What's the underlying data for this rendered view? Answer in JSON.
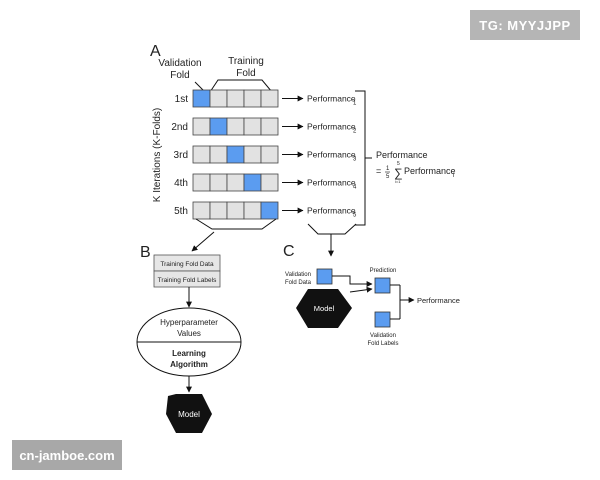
{
  "watermark_top": "TG: MYYJJPP",
  "watermark_bottom": "cn-jamboe.com",
  "colors": {
    "highlight": "#5b9cf0",
    "cell": "#e2e2e2",
    "dark": "#111111",
    "label_box": "#e6e6e6"
  },
  "panel_a": {
    "label": "A",
    "validation_fold_label": [
      "Validation",
      "Fold"
    ],
    "training_fold_label": [
      "Training",
      "Fold"
    ],
    "y_axis_label": "K Iterations (K-Folds)",
    "iterations": [
      {
        "name": "1st",
        "highlight": 0,
        "perf": "Performance",
        "sub": "1"
      },
      {
        "name": "2nd",
        "highlight": 1,
        "perf": "Performance",
        "sub": "2"
      },
      {
        "name": "3rd",
        "highlight": 2,
        "perf": "Performance",
        "sub": "3"
      },
      {
        "name": "4th",
        "highlight": 3,
        "perf": "Performance",
        "sub": "4"
      },
      {
        "name": "5th",
        "highlight": 4,
        "perf": "Performance",
        "sub": "5"
      }
    ],
    "summary_title": "Performance",
    "summary_eq": "=",
    "summary_frac_num": "1",
    "summary_frac_den": "5",
    "summary_sum_top": "5",
    "summary_sum_bottom": "i=1",
    "summary_term": "Performance",
    "summary_term_sub": "i"
  },
  "panel_b": {
    "label": "B",
    "training_fold_data": "Training Fold Data",
    "training_fold_labels": "Training Fold Labels",
    "hyperparameter_values": [
      "Hyperparameter",
      "Values"
    ],
    "learning_algorithm": [
      "Learning",
      "Algorithm"
    ],
    "model": "Model"
  },
  "panel_c": {
    "label": "C",
    "validation_fold_data": [
      "Validation",
      "Fold Data"
    ],
    "prediction": "Prediction",
    "performance": "Performance",
    "validation_fold_labels": [
      "Validation",
      "Fold Labels"
    ],
    "model": "Model"
  }
}
